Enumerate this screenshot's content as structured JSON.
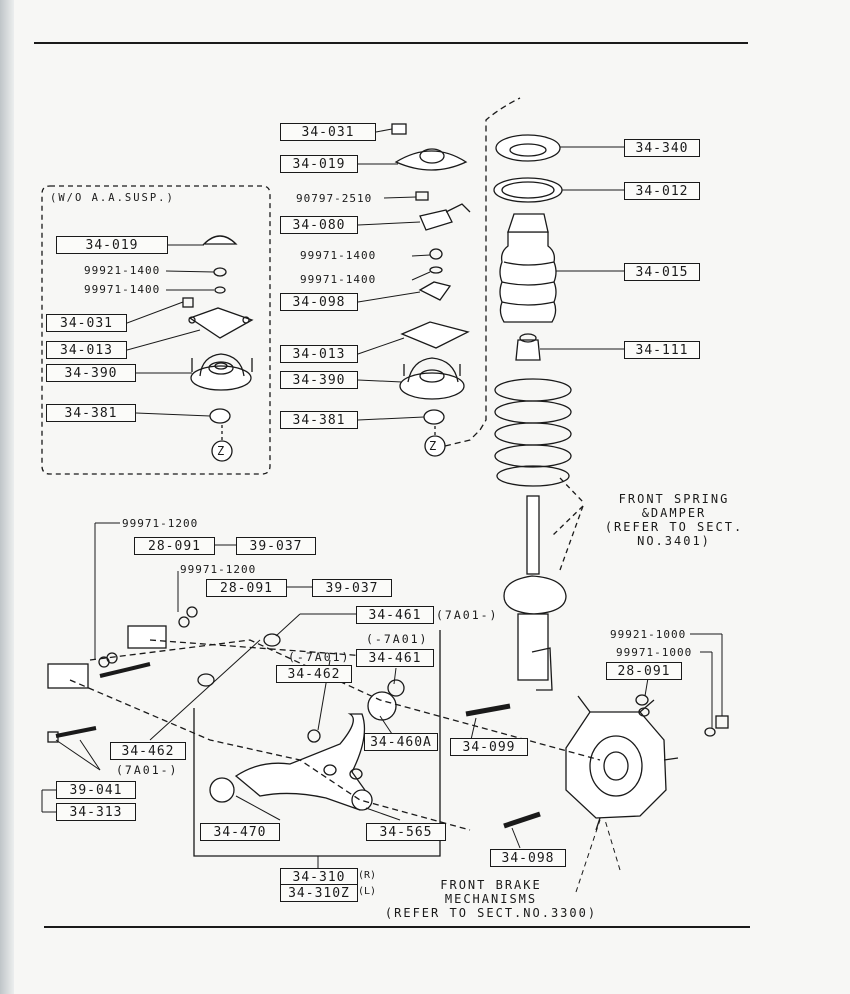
{
  "parts": {
    "p34_031_top": "34-031",
    "p34_019_top": "34-019",
    "p90797": "90797-2510",
    "p34_080": "34-080",
    "p99971_a": "99971-1400",
    "p99971_b": "99971-1400",
    "p34_098_top": "34-098",
    "p34_013_mid": "34-013",
    "p34_390_mid": "34-390",
    "p34_381_mid": "34-381",
    "p34_340": "34-340",
    "p34_012": "34-012",
    "p34_015": "34-015",
    "p34_111": "34-111",
    "wo_label": "(W/O A.A.SUSP.)",
    "p34_019_left": "34-019",
    "p99921_left": "99921-1400",
    "p99971_left": "99971-1400",
    "p34_031_left": "34-031",
    "p34_013_left": "34-013",
    "p34_390_left": "34-390",
    "p34_381_left": "34-381",
    "z": "Z",
    "p99971_1200_a": "99971-1200",
    "p28_091_a": "28-091",
    "p39_037_a": "39-037",
    "p99971_1200_b": "99971-1200",
    "p28_091_b": "28-091",
    "p39_037_b": "39-037",
    "p34_461_a": "34-461",
    "p7a01_a": "(7A01-)",
    "p7a01_b": "(-7A01)",
    "p7a01_c": "(-7A01)",
    "p34_461_b": "34-461",
    "p34_462_a": "34-462",
    "p34_460a": "34-460A",
    "p34_462_b": "34-462",
    "p7a01_d": "(7A01-)",
    "p39_041": "39-041",
    "p34_313": "34-313",
    "p34_470": "34-470",
    "p34_565": "34-565",
    "p34_310": "34-310",
    "p34_310z": "34-310Z",
    "r": "(R)",
    "l": "(L)",
    "p34_099": "34-099",
    "p34_098_bottom": "34-098",
    "p99921_1000": "99921-1000",
    "p99971_1000": "99971-1000",
    "p28_091_c": "28-091"
  },
  "notes": {
    "front_spring": "FRONT SPRING\n&DAMPER\n(REFER TO SECT.\nNO.3401)",
    "front_brake": "FRONT BRAKE\nMECHANISMS\n(REFER TO SECT.NO.3300)"
  }
}
